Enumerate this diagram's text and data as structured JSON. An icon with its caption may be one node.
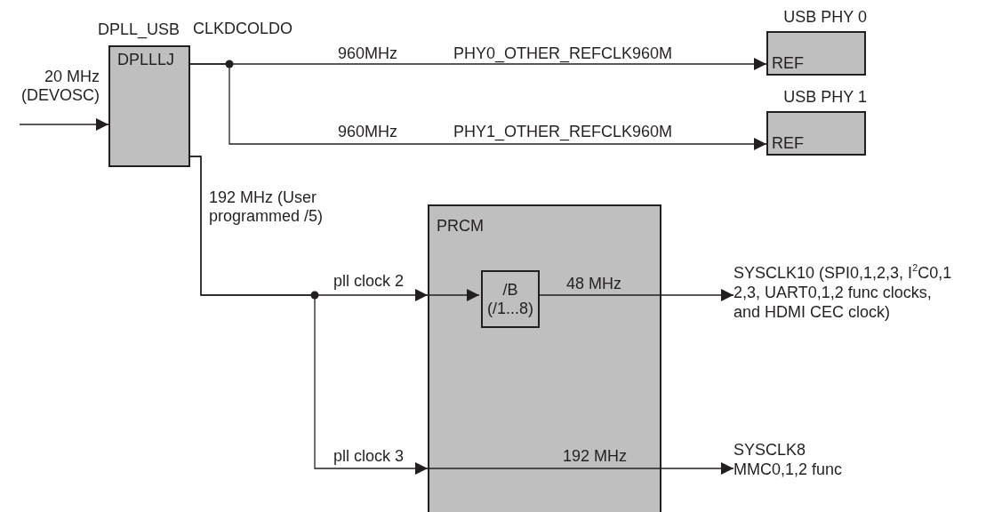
{
  "diagram": {
    "nodes": [
      {
        "text": [
          "DPLL_USB",
          "DPLLLJ"
        ],
        "beside": [
          "CLKDCOLDO"
        ]
      },
      {
        "text": [
          "USB PHY 0",
          "REF"
        ]
      },
      {
        "text": [
          "USB PHY 1",
          "REF"
        ]
      },
      {
        "text": [
          "PRCM"
        ]
      },
      {
        "text": [
          "/B (/1...8)"
        ],
        "in": 3
      },
      {
        "text": [
          "SYSCLK10 (SPI0,1,2,3, I$^{2}$C0,1 2,3, UART0,1,2 func clocks, and HDMI CEC clock)"
        ]
      },
      {
        "text": [
          "SYSCLK8 MMC0,1,2 func"
        ]
      }
    ],
    "edges": [
      {
        "from": null,
        "to": 0,
        "arrow": "to",
        "label": "20 MHz (DEVOSC)"
      },
      {
        "from": 0,
        "to": 1,
        "arrow": "to",
        "label": "PHY0_OTHER_REFCLK960M"
      },
      {
        "from": 0,
        "to": 2,
        "arrow": "to",
        "label": "PHY1_OTHER_REFCLK960M"
      },
      {
        "from": 0,
        "to": 3,
        "arrow": "to",
        "label": "pll clock 2"
      },
      {
        "from": 3,
        "to": 4,
        "arrow": "to"
      },
      {
        "from": 4,
        "to": 5,
        "arrow": "to",
        "label": "48 MHz"
      },
      {
        "from": 0,
        "to": 3,
        "arrow": "to",
        "label": "pll clock 3"
      },
      {
        "from": 3,
        "to": 6,
        "arrow": "to",
        "label": "192 MHz"
      }
    ],
    "labels": [
      "960MHz",
      "960MHz",
      "192 MHz (User programmed /5)"
    ]
  }
}
